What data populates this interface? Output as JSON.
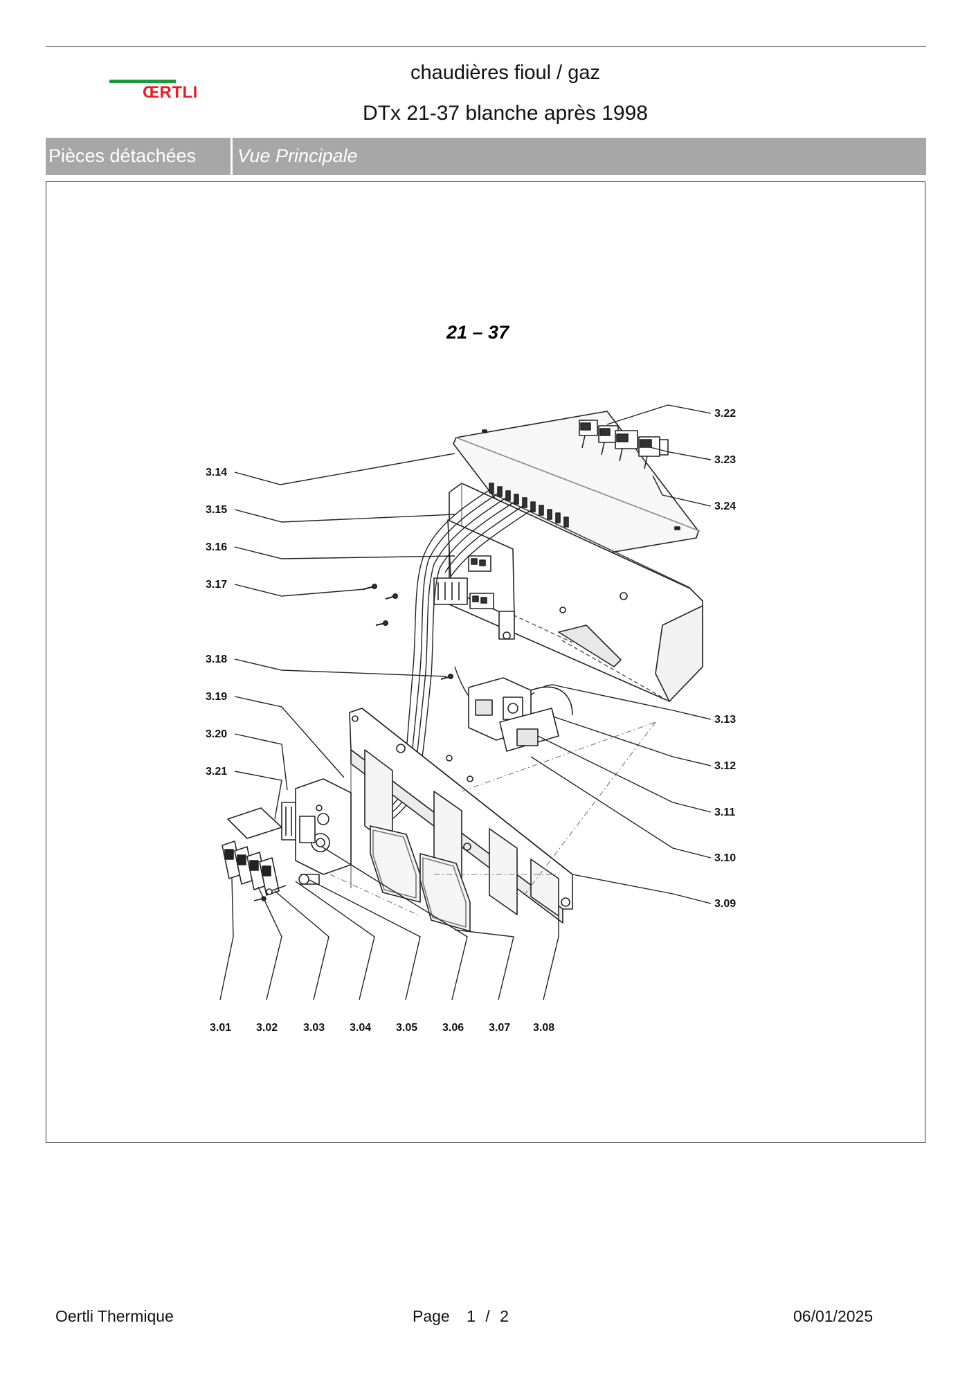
{
  "header": {
    "logo_text": "ŒRTLI",
    "title_line1": "chaudières fioul / gaz",
    "title_line2": "DTx 21-37 blanche après 1998"
  },
  "section_bar": {
    "left_label": "Pièces détachées",
    "right_label": "Vue Principale"
  },
  "diagram": {
    "model_label": "21 – 37",
    "left_labels": [
      "3.14",
      "3.15",
      "3.16",
      "3.17",
      "3.18",
      "3.19",
      "3.20",
      "3.21"
    ],
    "right_labels": [
      "3.22",
      "3.23",
      "3.24",
      "3.13",
      "3.12",
      "3.11",
      "3.10",
      "3.09"
    ],
    "bottom_labels": [
      "3.01",
      "3.02",
      "3.03",
      "3.04",
      "3.05",
      "3.06",
      "3.07",
      "3.08"
    ]
  },
  "footer": {
    "company": "Oertli Thermique",
    "page_word": "Page",
    "page_current": "1",
    "page_sep": "/",
    "page_total": "2",
    "date": "06/01/2025"
  },
  "colors": {
    "logo_green": "#1a9b3a",
    "logo_red": "#e31e24",
    "bar_gray": "#a7a7a7"
  }
}
